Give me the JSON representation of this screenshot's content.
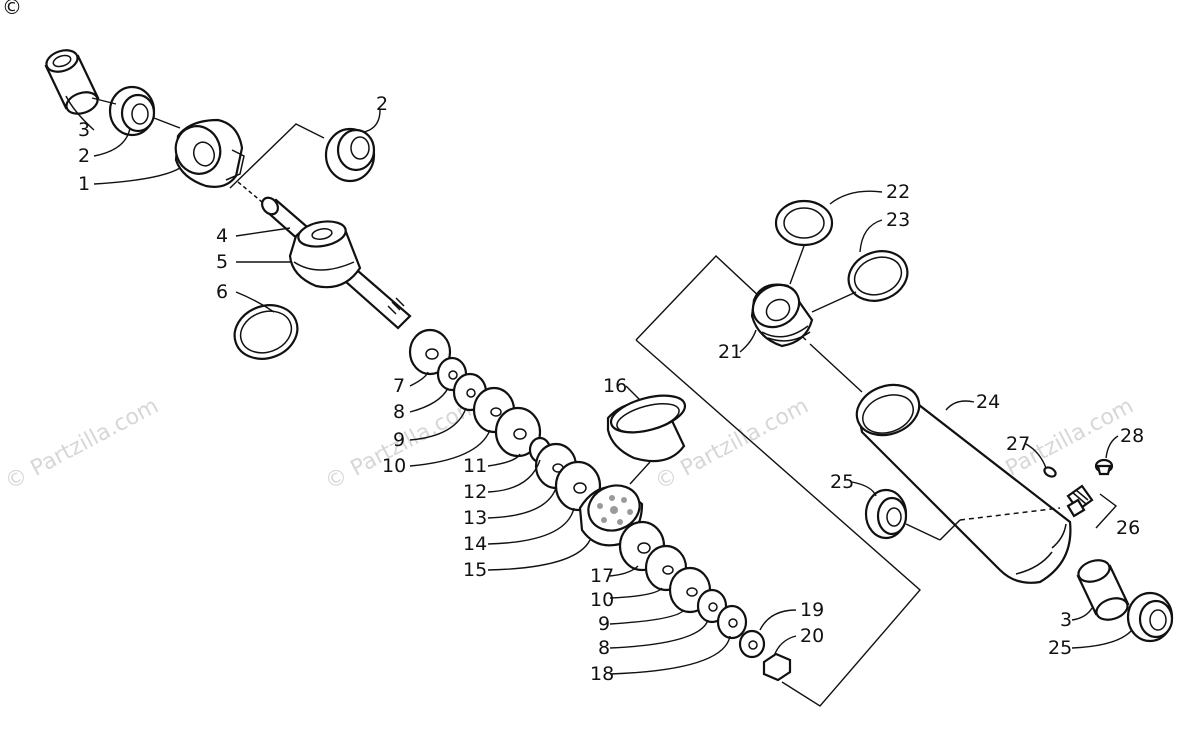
{
  "watermark": {
    "corner_mark": "©",
    "text": "© Partzilla.com"
  },
  "callouts": [
    {
      "id": "c1",
      "label": "1"
    },
    {
      "id": "c2a",
      "label": "2"
    },
    {
      "id": "c2b",
      "label": "2"
    },
    {
      "id": "c3a",
      "label": "3"
    },
    {
      "id": "c3b",
      "label": "3"
    },
    {
      "id": "c4",
      "label": "4"
    },
    {
      "id": "c5",
      "label": "5"
    },
    {
      "id": "c6",
      "label": "6"
    },
    {
      "id": "c7",
      "label": "7"
    },
    {
      "id": "c8a",
      "label": "8"
    },
    {
      "id": "c8b",
      "label": "8"
    },
    {
      "id": "c9a",
      "label": "9"
    },
    {
      "id": "c9b",
      "label": "9"
    },
    {
      "id": "c10a",
      "label": "10"
    },
    {
      "id": "c10b",
      "label": "10"
    },
    {
      "id": "c11",
      "label": "11"
    },
    {
      "id": "c12",
      "label": "12"
    },
    {
      "id": "c13",
      "label": "13"
    },
    {
      "id": "c14",
      "label": "14"
    },
    {
      "id": "c15",
      "label": "15"
    },
    {
      "id": "c16",
      "label": "16"
    },
    {
      "id": "c17",
      "label": "17"
    },
    {
      "id": "c18",
      "label": "18"
    },
    {
      "id": "c19",
      "label": "19"
    },
    {
      "id": "c20",
      "label": "20"
    },
    {
      "id": "c21",
      "label": "21"
    },
    {
      "id": "c22",
      "label": "22"
    },
    {
      "id": "c23",
      "label": "23"
    },
    {
      "id": "c24",
      "label": "24"
    },
    {
      "id": "c25a",
      "label": "25"
    },
    {
      "id": "c25b",
      "label": "25"
    },
    {
      "id": "c26",
      "label": "26"
    },
    {
      "id": "c27",
      "label": "27"
    },
    {
      "id": "c28",
      "label": "28"
    }
  ]
}
